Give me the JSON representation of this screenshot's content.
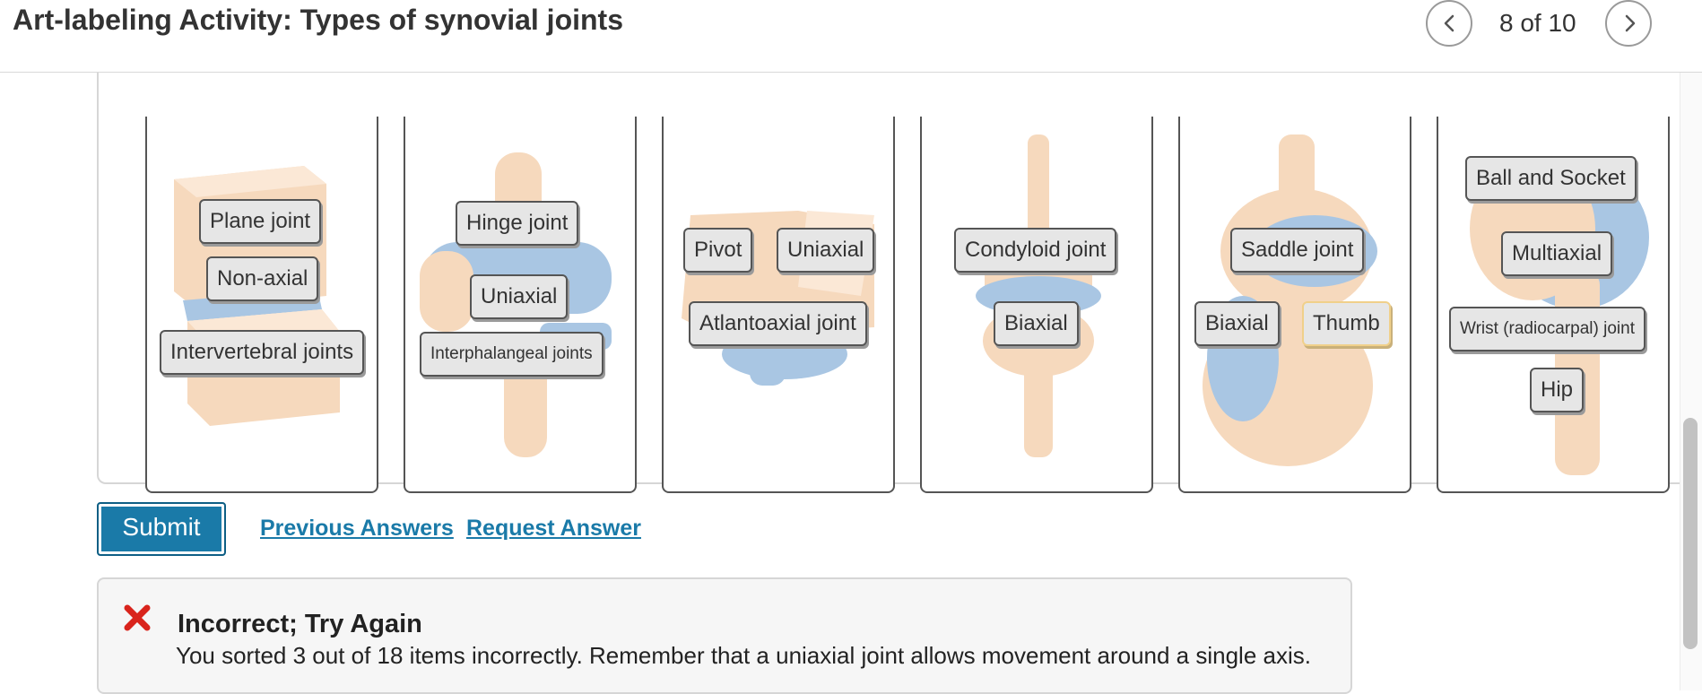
{
  "header": {
    "title": "Art-labeling Activity: Types of synovial joints",
    "page_indicator": "8 of 10"
  },
  "panels": [
    {
      "labels": [
        "Plane joint",
        "Non-axial",
        "Intervertebral joints"
      ]
    },
    {
      "labels": [
        "Hinge joint",
        "Uniaxial",
        "Interphalangeal joints"
      ]
    },
    {
      "labels": [
        "Pivot",
        "Uniaxial",
        "Atlantoaxial joint"
      ]
    },
    {
      "labels": [
        "Condyloid joint",
        "Biaxial"
      ]
    },
    {
      "labels": [
        "Saddle joint",
        "Biaxial",
        "Thumb"
      ]
    },
    {
      "labels": [
        "Ball and Socket",
        "Multiaxial",
        "Wrist (radiocarpal) joint",
        "Hip"
      ]
    }
  ],
  "actions": {
    "submit": "Submit",
    "previous_answers": "Previous Answers",
    "request_answer": "Request Answer"
  },
  "feedback": {
    "title": "Incorrect; Try Again",
    "message": "You sorted 3 out of 18 items incorrectly. Remember that a uniaxial joint allows movement around a single axis."
  },
  "colors": {
    "accent": "#1a7aa8",
    "error": "#d9241c",
    "bone": "#f6d9bd",
    "cartilage": "#a9c6e3"
  }
}
